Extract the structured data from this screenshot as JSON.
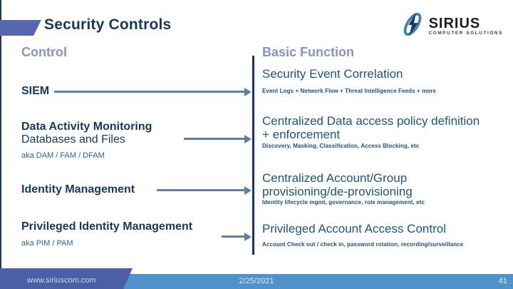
{
  "slide": {
    "title": "Security Controls",
    "logo": {
      "brand": "SIRIUS",
      "tagline": "COMPUTER SOLUTIONS"
    },
    "headers": {
      "left": "Control",
      "right": "Basic Function"
    },
    "rows": [
      {
        "control": "SIEM",
        "function": "Security Event Correlation",
        "function_detail": "Event Logs + Network Flow + Threat Intelligence Feeds + more"
      },
      {
        "control": "Data Activity Monitoring",
        "control_sub": "Databases and Files",
        "control_aka": "aka DAM / FAM / DFAM",
        "function": "Centralized Data access policy definition + enforcement",
        "function_detail": "Discovery, Masking, Classification, Access Blocking, etc"
      },
      {
        "control": "Identity Management",
        "function": "Centralized Account/Group provisioning/de-provisioning",
        "function_detail": "Identity lifecycle mgmt, governance, role management, etc"
      },
      {
        "control": "Privileged Identity Management",
        "control_aka": "aka PIM / PAM",
        "function": "Privileged Account Access Control",
        "function_detail": "Account Check out / check in, password rotation, recording/surveillance"
      }
    ],
    "footer": {
      "website": "www.siriuscom.com",
      "date": "2/25/2021",
      "page_number": "41"
    },
    "colors": {
      "title_navy": "#17375E",
      "accent_parallelogram": "#5766AF",
      "header_periwinkle": "#8694C6",
      "function_blue": "#1C5484",
      "aka_blue": "#2F6295",
      "arrow_slate": "#5F7FA9",
      "footer_bar_blue": "#4E93CA",
      "footer_parallelogram": "#4B5EA6",
      "logo_bolt_blue": "#3D7FBF"
    }
  }
}
